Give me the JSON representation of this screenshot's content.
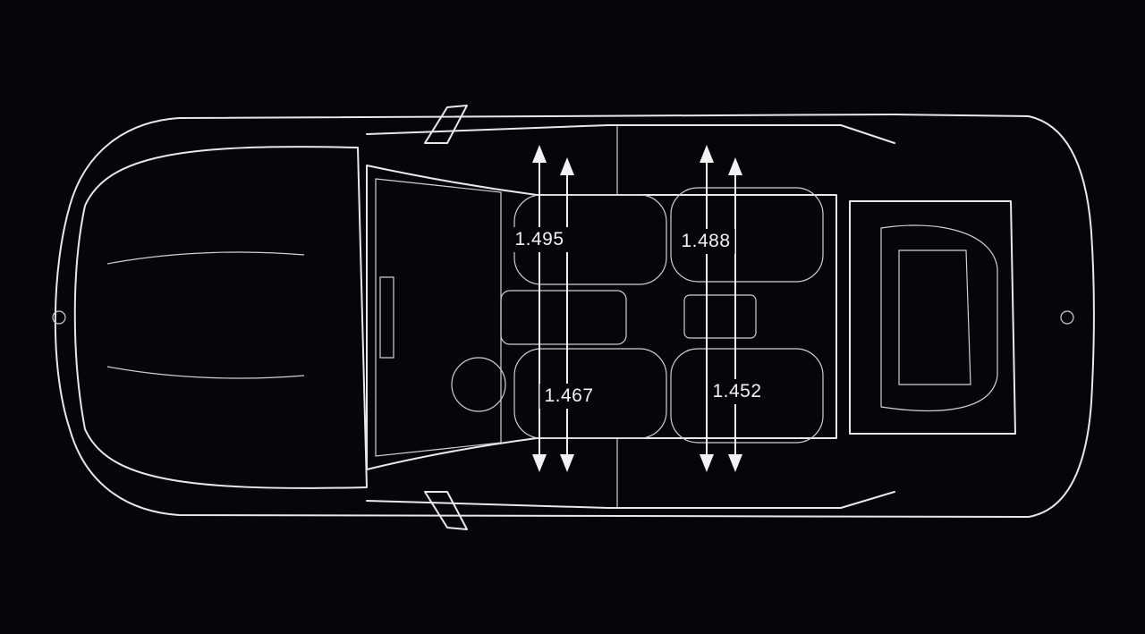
{
  "diagram": {
    "subject": "car-top-view",
    "dimensions": [
      {
        "id": "front-shoulder-room",
        "label": "1.495"
      },
      {
        "id": "front-elbow-room",
        "label": "1.467"
      },
      {
        "id": "rear-shoulder-room",
        "label": "1.488"
      },
      {
        "id": "rear-elbow-room",
        "label": "1.452"
      }
    ],
    "colors": {
      "background": "#05060b",
      "line": "#e8e8ec"
    }
  }
}
